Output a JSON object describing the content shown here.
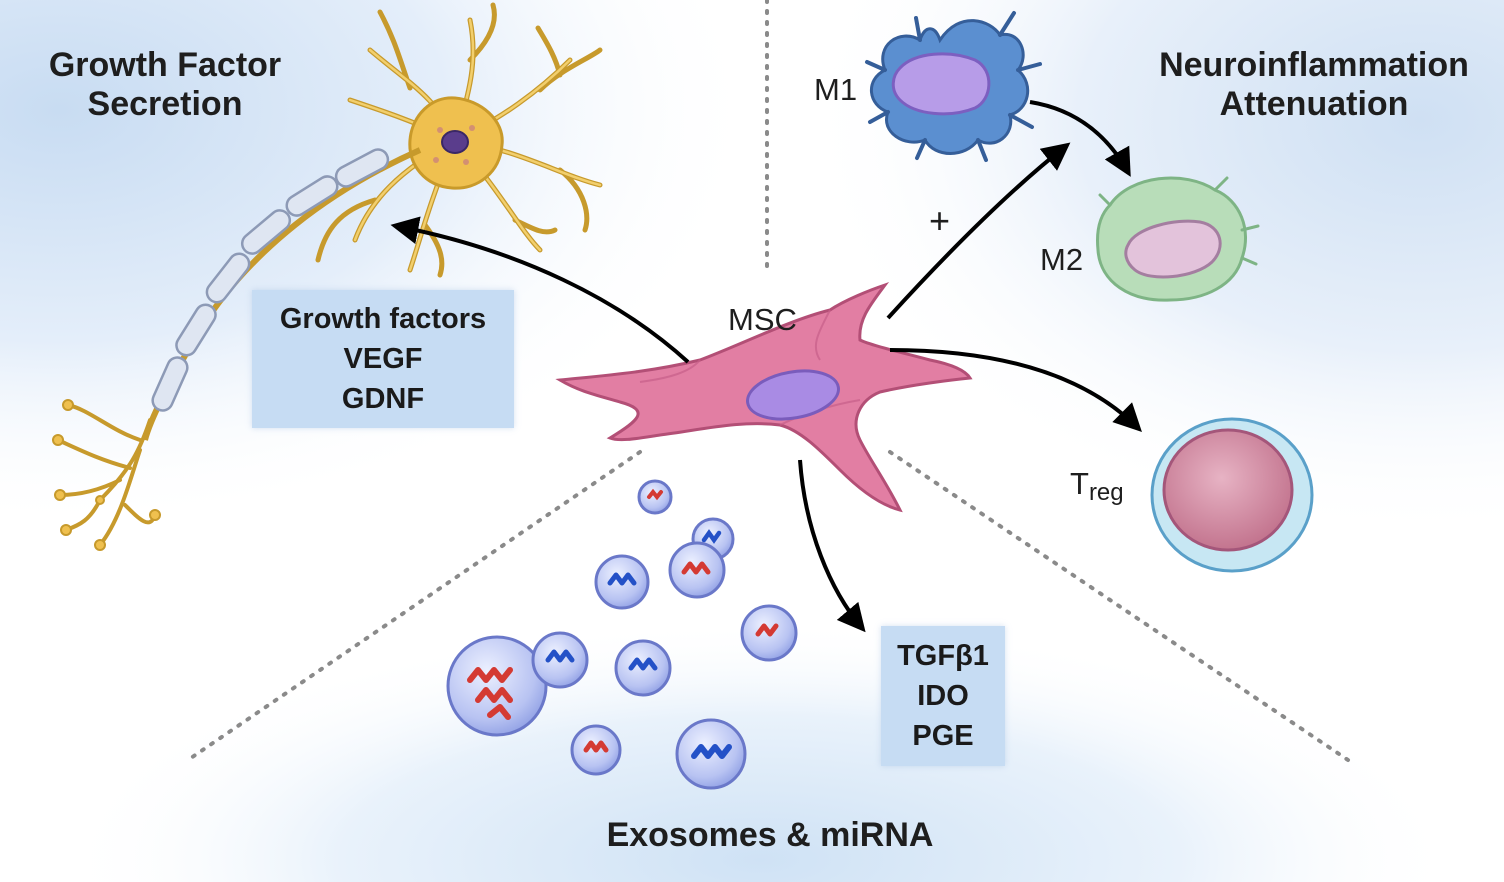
{
  "sections": {
    "growth_factor": {
      "line1": "Growth Factor",
      "line2": "Secretion"
    },
    "neuroinflammation": {
      "line1": "Neuroinflammation",
      "line2": "Attenuation"
    },
    "exosomes": "Exosomes & miRNA"
  },
  "cells": {
    "msc": "MSC",
    "m1": "M1",
    "m2": "M2",
    "treg_main": "T",
    "treg_sub": "reg"
  },
  "plus_sign": "+",
  "growth_box": {
    "line1": "Growth factors",
    "line2": "VEGF",
    "line3": "GDNF"
  },
  "immune_box": {
    "line1": "TGFβ1",
    "line2": "IDO",
    "line3": "PGE"
  },
  "colors": {
    "neuron": "#e8b94a",
    "myelin": "#dfe6f2",
    "msc": "#e27ea3",
    "m1": "#5b8fd0",
    "m2": "#b8ddb9",
    "treg": "#c97a93",
    "box": "#c6dcf3",
    "rna_red": "#d43a33",
    "rna_blue": "#2451c7"
  },
  "icons": [
    "neuron-icon",
    "msc-cell-icon",
    "m1-macrophage-icon",
    "m2-macrophage-icon",
    "treg-cell-icon",
    "exosome-icon"
  ]
}
